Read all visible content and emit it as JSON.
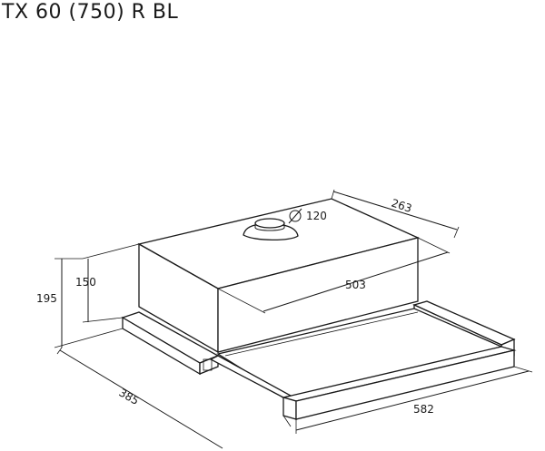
{
  "title": "TX 60 (750) R BL",
  "dimensions": {
    "depth_top": "263",
    "duct_diameter": "120",
    "body_height": "150",
    "total_height": "195",
    "body_width": "503",
    "total_depth": "385",
    "total_width": "582"
  },
  "colors": {
    "line": "#1a1a1a",
    "background": "#ffffff"
  }
}
